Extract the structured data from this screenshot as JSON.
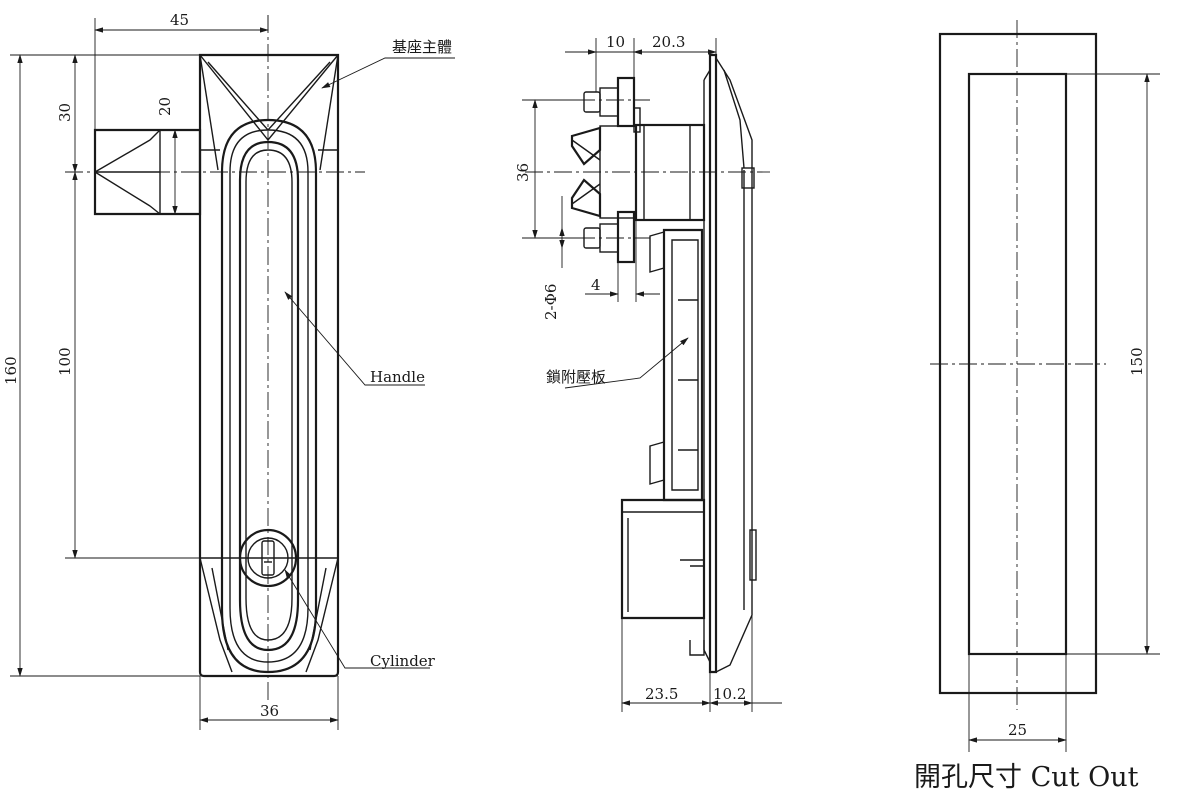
{
  "front_view": {
    "dim_width_top": "45",
    "dim_upper": "30",
    "dim_key": "20",
    "dim_total_height": "160",
    "dim_handle_length": "100",
    "dim_width_bottom": "36",
    "label_base": "基座主體",
    "label_handle": "Handle",
    "label_cylinder": "Cylinder"
  },
  "side_view": {
    "dim_top_left": "10",
    "dim_top_right": "20.3",
    "dim_stud_spacing": "36",
    "dim_holes": "2-Φ6",
    "dim_small": "4",
    "dim_bottom_left": "23.5",
    "dim_bottom_right": "10.2",
    "label_plate": "鎖附壓板"
  },
  "cutout_view": {
    "dim_height": "150",
    "dim_width": "25",
    "title": "開孔尺寸 Cut Out"
  }
}
